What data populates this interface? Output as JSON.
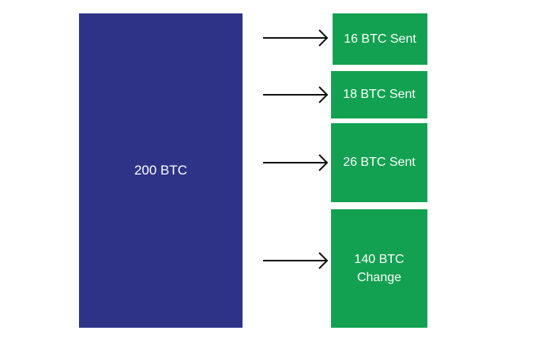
{
  "colors": {
    "source_fill": "#2e3388",
    "output_fill": "#12a150",
    "arrow": "#111111"
  },
  "source": {
    "label": "200 BTC"
  },
  "outputs": [
    {
      "label": "16 BTC Sent"
    },
    {
      "label": "18 BTC Sent"
    },
    {
      "label": "26 BTC Sent"
    },
    {
      "label": "140 BTC\nChange"
    }
  ]
}
